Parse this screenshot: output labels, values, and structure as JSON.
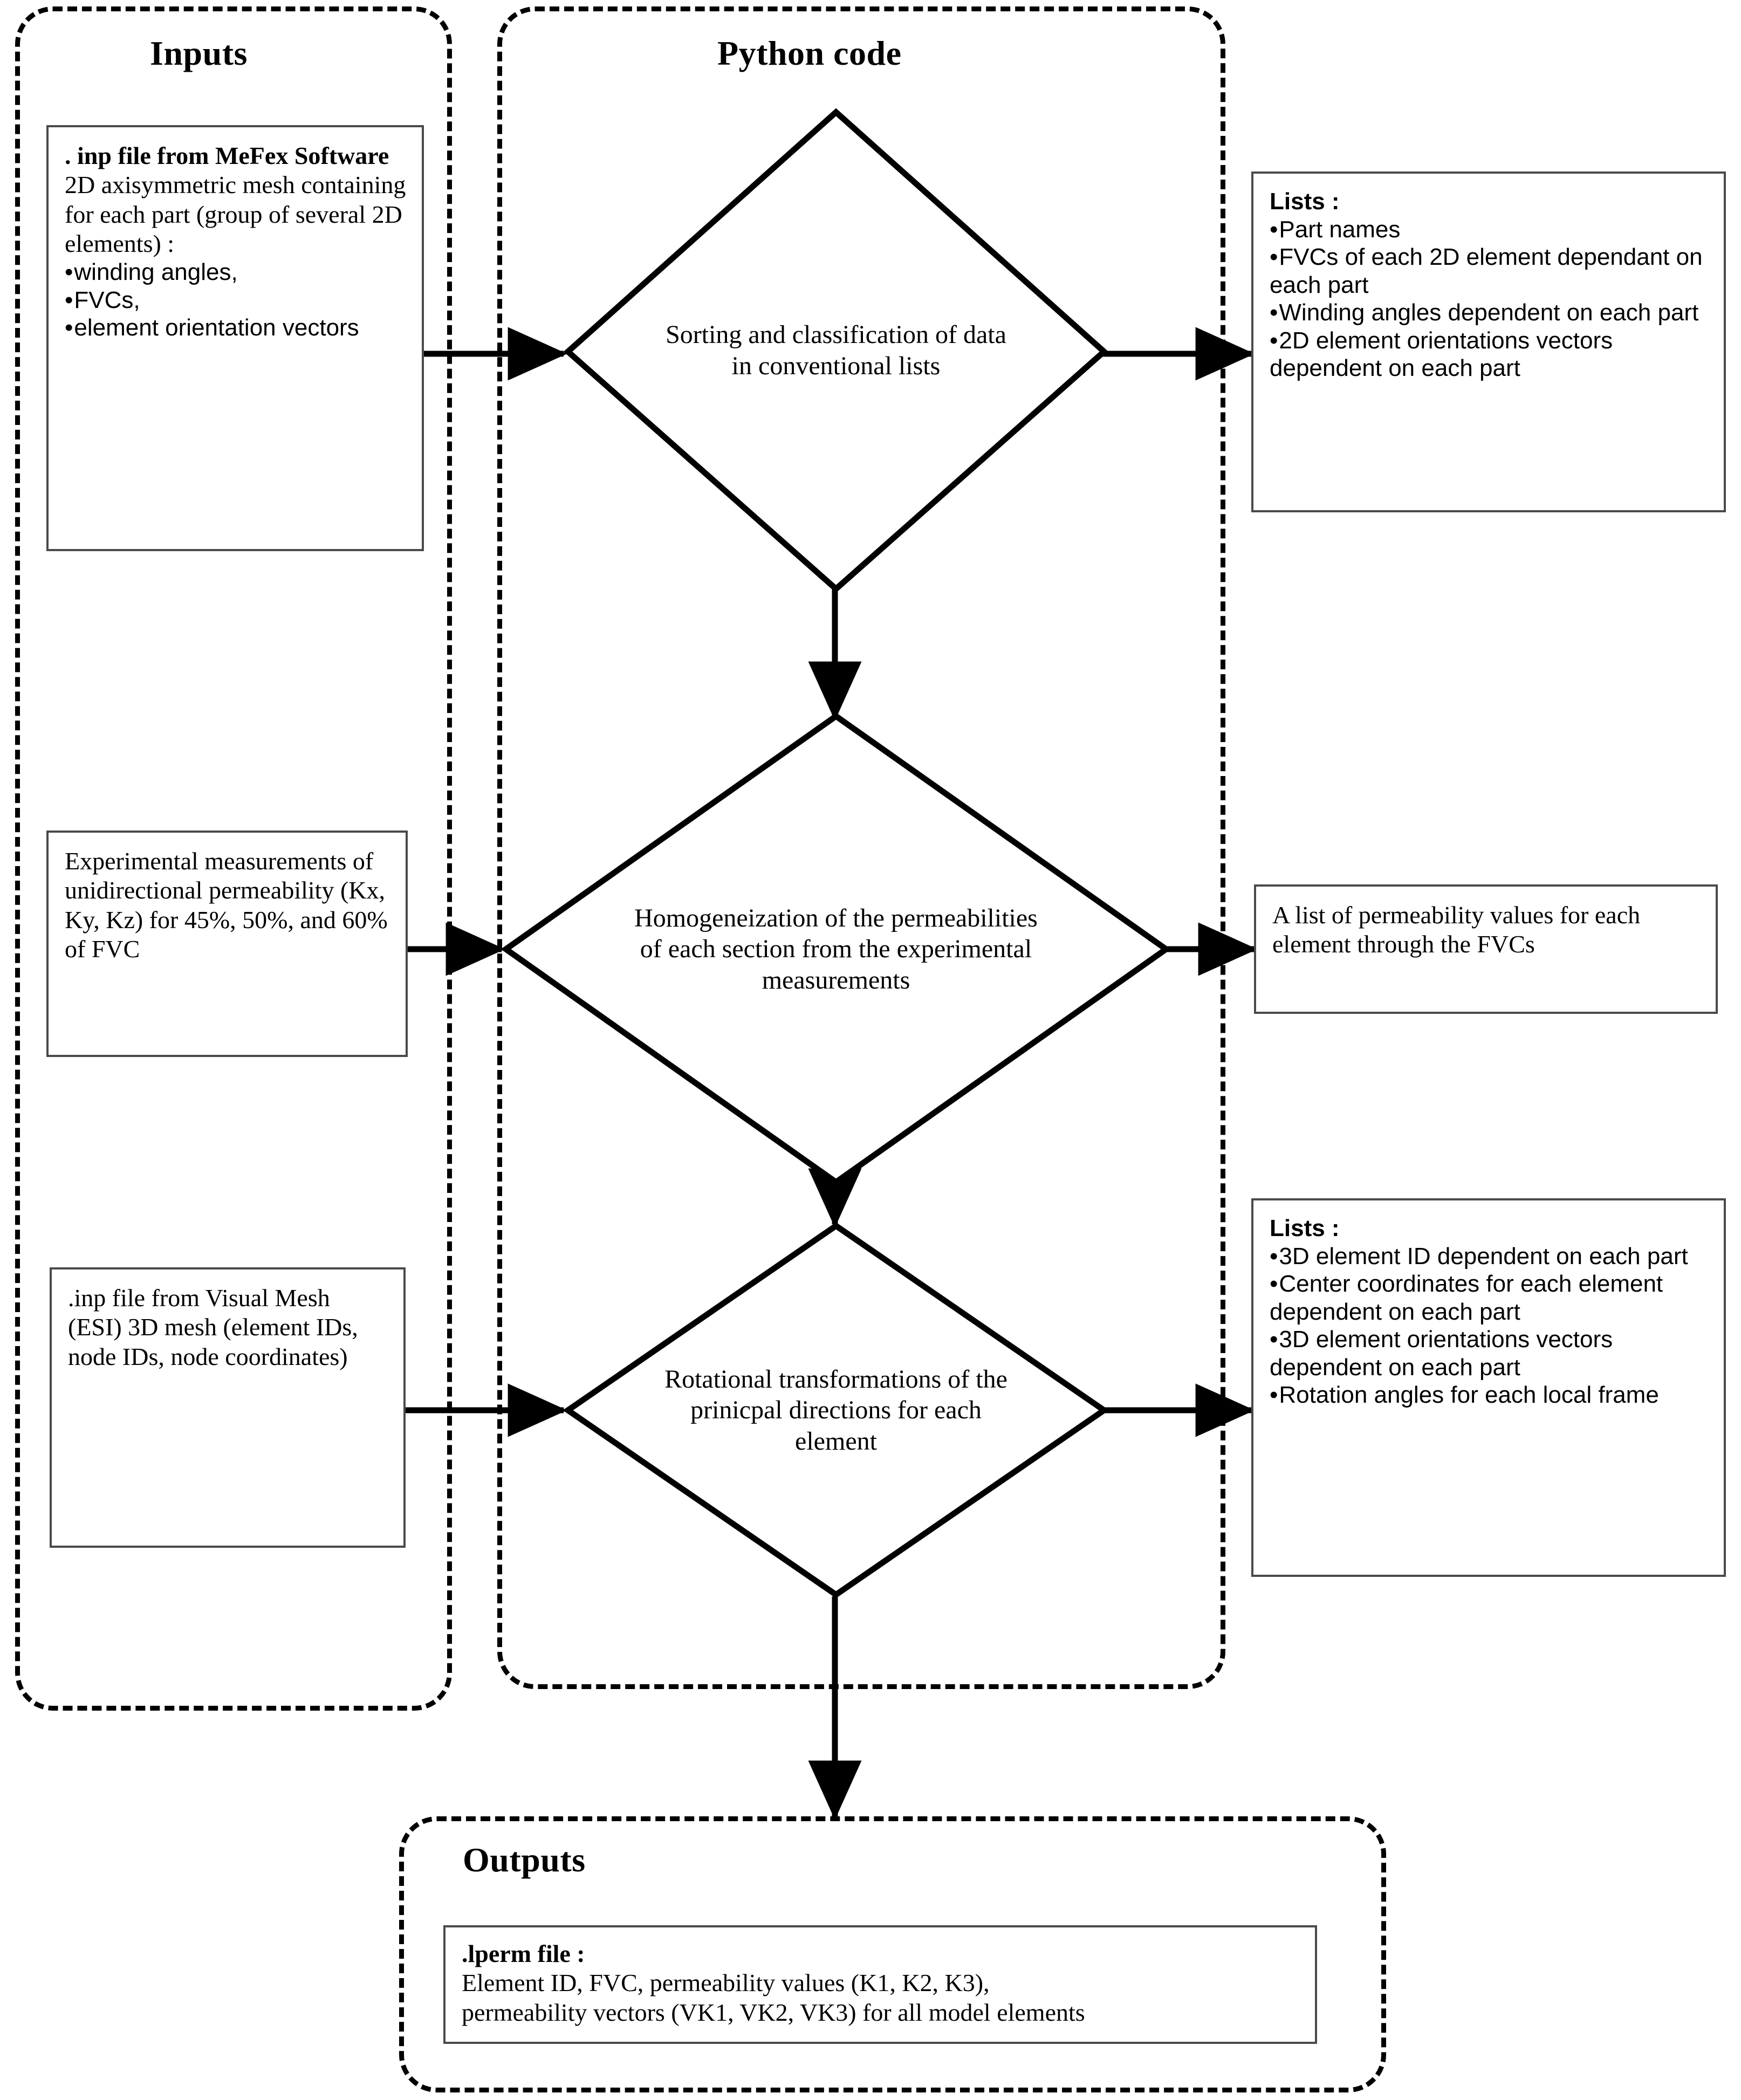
{
  "regions": {
    "inputs": {
      "title": "Inputs"
    },
    "python": {
      "title": "Python code"
    },
    "outputs": {
      "title": "Outputs"
    }
  },
  "input_boxes": [
    {
      "heading": ". inp file from MeFex Software",
      "body": "2D axisymmetric mesh containing for each part (group of several 2D elements) :",
      "bullets": [
        "winding angles,",
        "FVCs,",
        "element orientation vectors"
      ]
    },
    {
      "heading": "",
      "body": "Experimental measurements of unidirectional permeability (Kx, Ky, Kz) for 45%, 50%, and 60% of FVC",
      "bullets": []
    },
    {
      "heading": "",
      "body": ".inp file from Visual Mesh (ESI) 3D mesh (element IDs, node IDs, node coordinates)",
      "bullets": []
    }
  ],
  "process_steps": [
    {
      "label": "Sorting and classification of data in conventional lists"
    },
    {
      "label": "Homogeneization of the permeabilities of each section from the experimental measurements"
    },
    {
      "label": "Rotational transformations of the prinicpal directions for each element"
    }
  ],
  "output_boxes": [
    {
      "heading": "Lists :",
      "bullets": [
        "Part names",
        "FVCs of each 2D element dependant on each part",
        "Winding angles dependent on each part",
        "2D element orientations vectors dependent on each part"
      ]
    },
    {
      "heading": "",
      "bullets": [],
      "body": "A list of permeability values for each element through the FVCs"
    },
    {
      "heading": "Lists :",
      "bullets": [
        "3D element ID dependent on each part",
        "Center coordinates for each element dependent on each part",
        "3D element orientations vectors dependent on each part",
        "Rotation angles for each local frame"
      ]
    }
  ],
  "final_output": {
    "heading": ".lperm file :",
    "line1": "Element ID, FVC, permeability values (K1, K2, K3),",
    "line2": "permeability vectors (VK1, VK2, VK3) for all model elements"
  },
  "colors": {
    "stroke": "#000000",
    "box_border": "#4a4a4a",
    "background": "#ffffff"
  }
}
